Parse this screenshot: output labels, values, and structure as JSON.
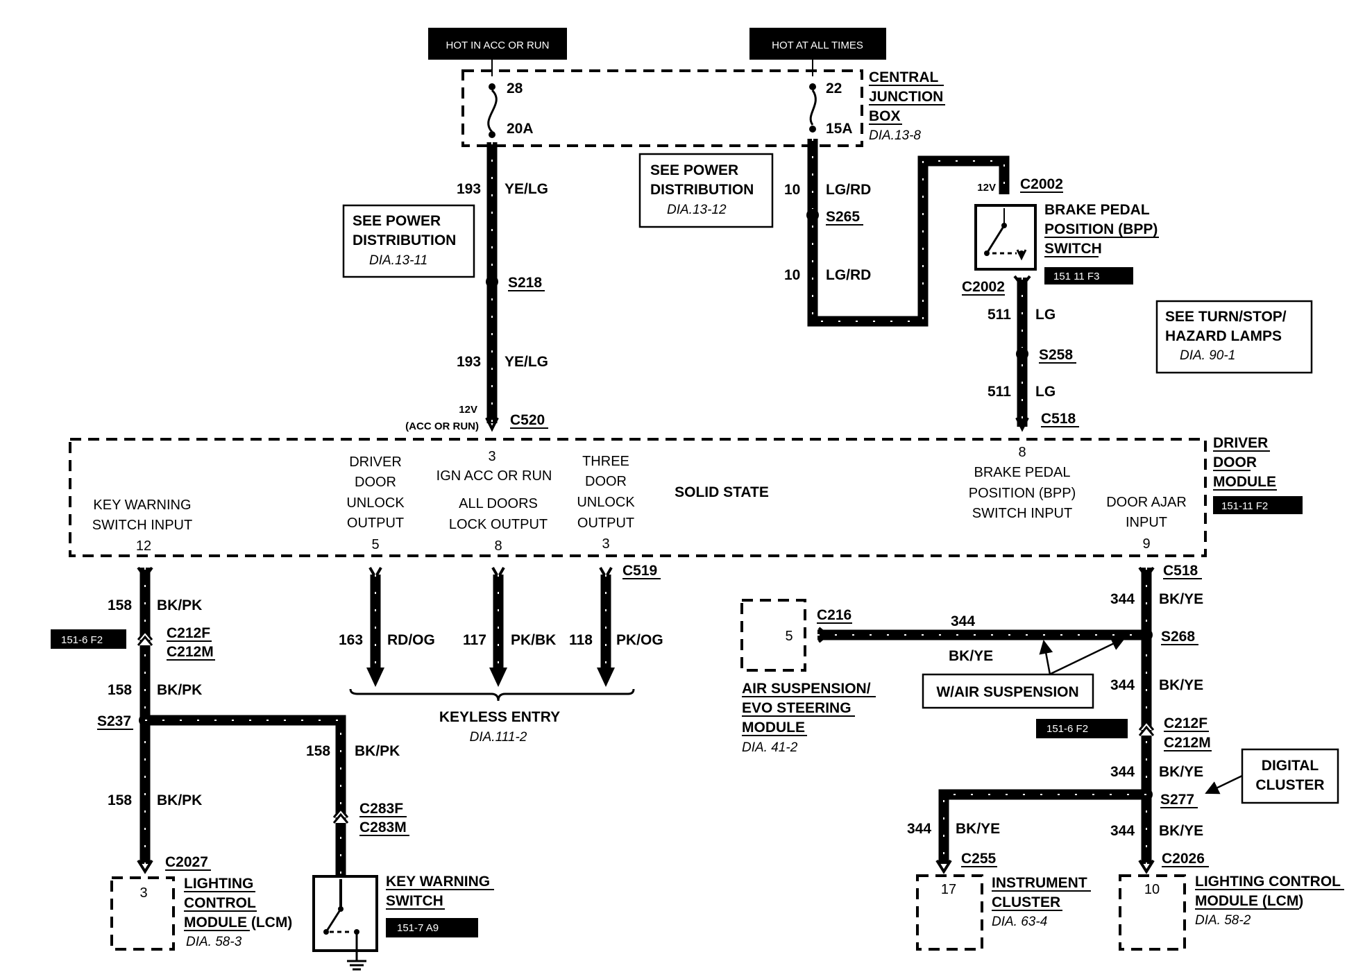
{
  "power": {
    "hot_acc_run": "HOT IN ACC OR RUN",
    "hot_all_times": "HOT AT ALL TIMES"
  },
  "cjb": {
    "fuse1_num": "28",
    "fuse1_amp": "20A",
    "fuse2_num": "22",
    "fuse2_amp": "15A",
    "name1": "CENTRAL",
    "name2": "JUNCTION",
    "name3": "BOX",
    "dia": "DIA.13-8"
  },
  "see_power_left": {
    "l1": "SEE POWER",
    "l2": "DISTRIBUTION",
    "dia": "DIA.13-11"
  },
  "see_power_mid": {
    "l1": "SEE POWER",
    "l2": "DISTRIBUTION",
    "dia": "DIA.13-12"
  },
  "see_turn": {
    "l1": "SEE TURN/STOP/",
    "l2": "HAZARD LAMPS",
    "dia": "DIA. 90-1"
  },
  "wire_left_top": {
    "circuit": "193",
    "color": "YE/LG",
    "splice": "S218",
    "voltage": "12V",
    "voltage_note": "(ACC OR RUN)",
    "connector": "C520"
  },
  "wire_mid_top": {
    "circuit": "10",
    "color": "LG/RD",
    "splice": "S265"
  },
  "bpp_switch": {
    "voltage": "12V",
    "connector_top": "C2002",
    "connector_bottom": "C2002",
    "name1": "BRAKE PEDAL",
    "name2": "POSITION (BPP)",
    "name3": "SWITCH",
    "ref": "151 11 F3"
  },
  "wire_bpp": {
    "circuit": "511",
    "color": "LG",
    "splice": "S258",
    "connector": "C518"
  },
  "ddm": {
    "name1": "DRIVER",
    "name2": "DOOR",
    "name3": "MODULE",
    "ref": "151-11 F2",
    "solid_state": "SOLID STATE",
    "pin3_top": "3",
    "ign_label": "IGN  ACC OR RUN",
    "pin8_top": "8",
    "bpp_in1": "BRAKE PEDAL",
    "bpp_in2": "POSITION (BPP)",
    "bpp_in3": "SWITCH INPUT",
    "kw_in1": "KEY WARNING",
    "kw_in2": "SWITCH INPUT",
    "kw_pin": "12",
    "ddu1": "DRIVER",
    "ddu2": "DOOR",
    "ddu3": "UNLOCK",
    "ddu4": "OUTPUT",
    "ddu_pin": "5",
    "adl1": "ALL DOORS",
    "adl2": "LOCK OUTPUT",
    "adl_pin": "8",
    "tdu1": "THREE",
    "tdu2": "DOOR",
    "tdu3": "UNLOCK",
    "tdu4": "OUTPUT",
    "tdu_pin": "3",
    "da1": "DOOR AJAR",
    "da2": "INPUT",
    "da_pin": "9"
  },
  "left_branch": {
    "circuit": "158",
    "color": "BK/PK",
    "ref": "151-6 F2",
    "conn_f": "C212F",
    "conn_m": "C212M",
    "splice": "S237",
    "connector": "C2027"
  },
  "lcm_left": {
    "pin": "3",
    "name1": "LIGHTING",
    "name2": "CONTROL",
    "name3": "MODULE (LCM)",
    "dia": "DIA. 58-3"
  },
  "key_warning": {
    "conn_f": "C283F",
    "conn_m": "C283M",
    "name1": "KEY WARNING",
    "name2": "SWITCH",
    "ref": "151-7 A9"
  },
  "keyless": {
    "c519": "C519",
    "w1_circuit": "163",
    "w1_color": "RD/OG",
    "w2_circuit": "117",
    "w2_color": "PK/BK",
    "w3_circuit": "118",
    "w3_color": "PK/OG",
    "title": "KEYLESS ENTRY",
    "dia": "DIA.111-2"
  },
  "right_branch": {
    "connector": "C518",
    "circuit": "344",
    "color": "BK/YE",
    "splice1": "S268",
    "conn_f": "C212F",
    "conn_m": "C212M",
    "ref": "151-6 F2",
    "splice2": "S277",
    "c255": "C255",
    "c2026": "C2026"
  },
  "air_susp": {
    "pin": "5",
    "connector": "C216",
    "name1": "AIR SUSPENSION/",
    "name2": "EVO STEERING",
    "name3": "MODULE",
    "dia": "DIA. 41-2",
    "note": "W/AIR SUSPENSION"
  },
  "digital_cluster": {
    "l1": "DIGITAL",
    "l2": "CLUSTER"
  },
  "inst_cluster": {
    "pin": "17",
    "name1": "INSTRUMENT",
    "name2": "CLUSTER",
    "dia": "DIA. 63-4"
  },
  "lcm_right": {
    "pin": "10",
    "name1": "LIGHTING CONTROL",
    "name2": "MODULE (LCM)",
    "dia": "DIA. 58-2"
  }
}
